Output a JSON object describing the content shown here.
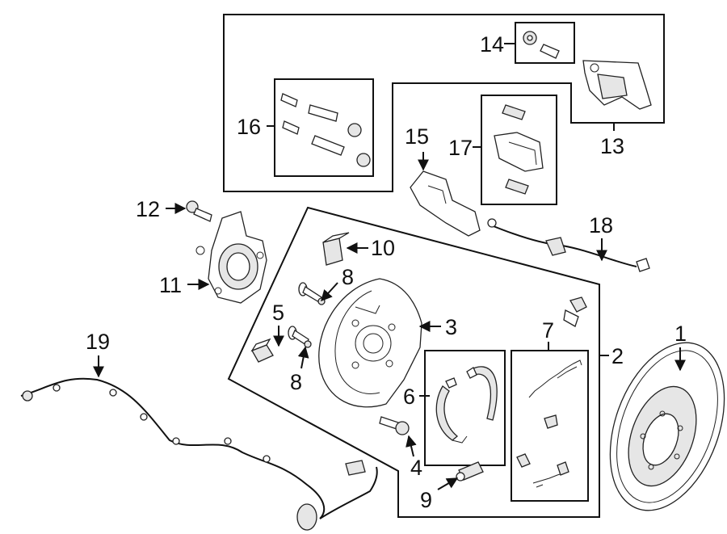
{
  "callouts": {
    "c1": "1",
    "c2": "2",
    "c3": "3",
    "c4": "4",
    "c5": "5",
    "c6": "6",
    "c7": "7",
    "c8a": "8",
    "c8b": "8",
    "c9": "9",
    "c10": "10",
    "c11": "11",
    "c12": "12",
    "c13": "13",
    "c14": "14",
    "c15": "15",
    "c16": "16",
    "c17": "17",
    "c18": "18",
    "c19": "19"
  },
  "colors": {
    "line": "#111111",
    "part_fill": "#e6e6e6",
    "background": "#ffffff"
  }
}
